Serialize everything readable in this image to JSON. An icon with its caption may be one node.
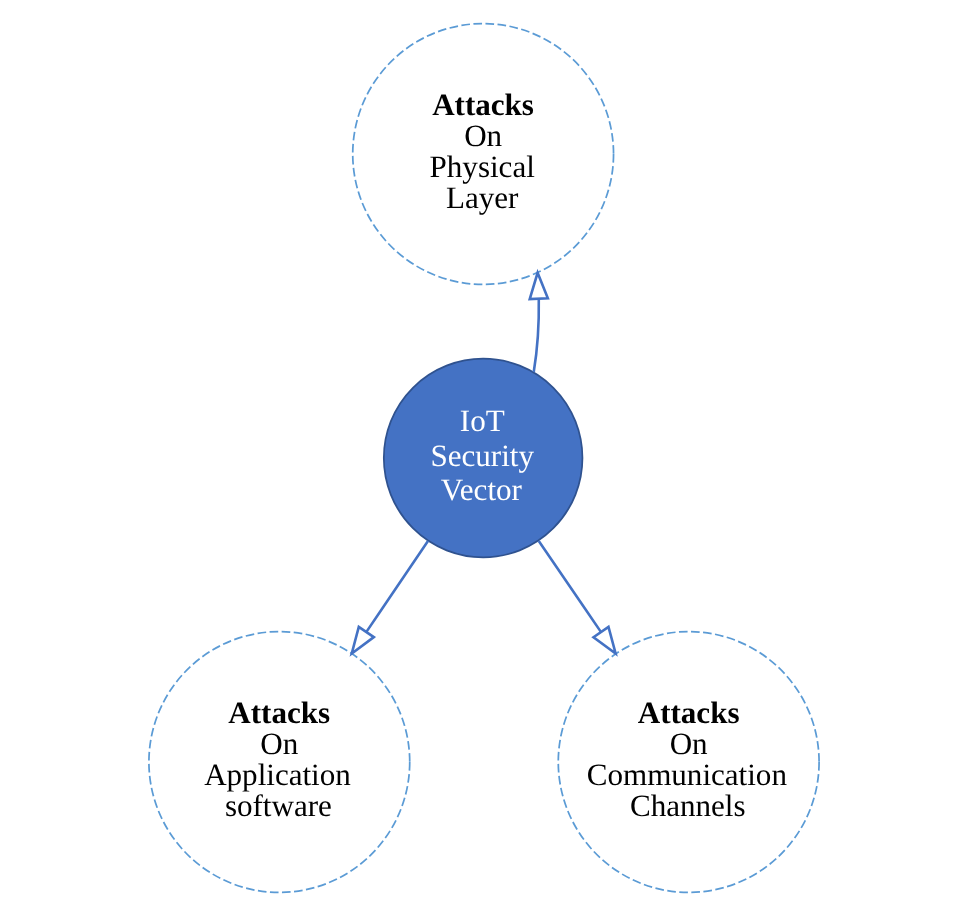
{
  "diagram": {
    "nodes": [
      {
        "text": [
          "IoT Security Vector"
        ]
      },
      {
        "text": [
          "Attacks",
          "On Physical Layer"
        ]
      },
      {
        "text": [
          "Attacks",
          "On Application software"
        ]
      },
      {
        "text": [
          "Attacks",
          "On Communication Channels"
        ]
      }
    ],
    "edges": [
      {
        "from": 0,
        "to": 1,
        "arrow": "to"
      },
      {
        "from": 0,
        "to": 2,
        "arrow": "to"
      },
      {
        "from": 0,
        "to": 3,
        "arrow": "to"
      }
    ]
  }
}
